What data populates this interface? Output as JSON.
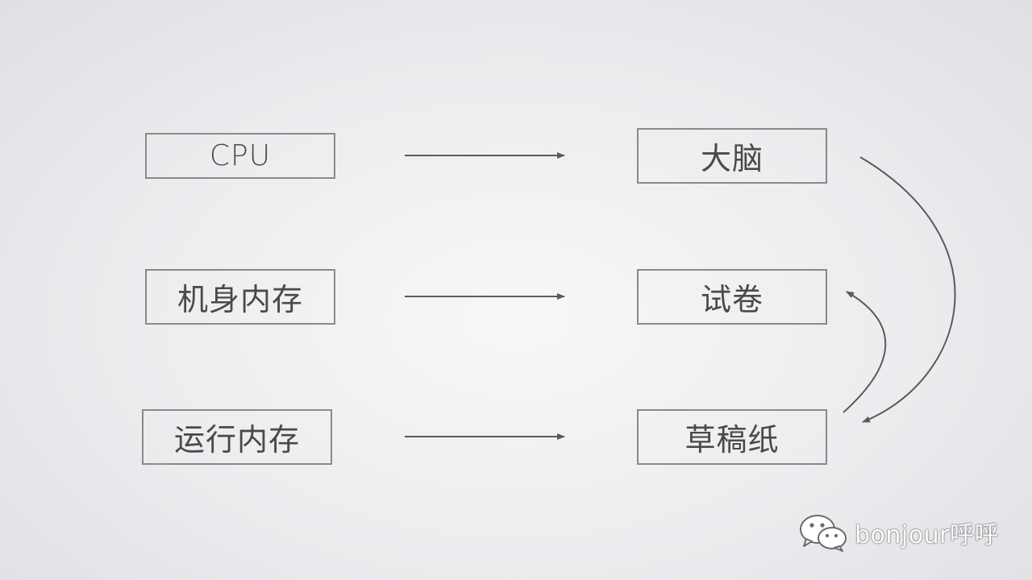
{
  "diagram": {
    "left_column": {
      "items": [
        {
          "label": "CPU"
        },
        {
          "label": "机身内存"
        },
        {
          "label": "运行内存"
        }
      ]
    },
    "right_column": {
      "items": [
        {
          "label": "大脑"
        },
        {
          "label": "试卷"
        },
        {
          "label": "草稿纸"
        }
      ]
    }
  },
  "watermark": {
    "text": "bonjour呼呼",
    "icon": "wechat-icon"
  },
  "colors": {
    "line": "#5a5a5a",
    "box_border": "#8a8a8a",
    "text": "#4a4a4a"
  }
}
